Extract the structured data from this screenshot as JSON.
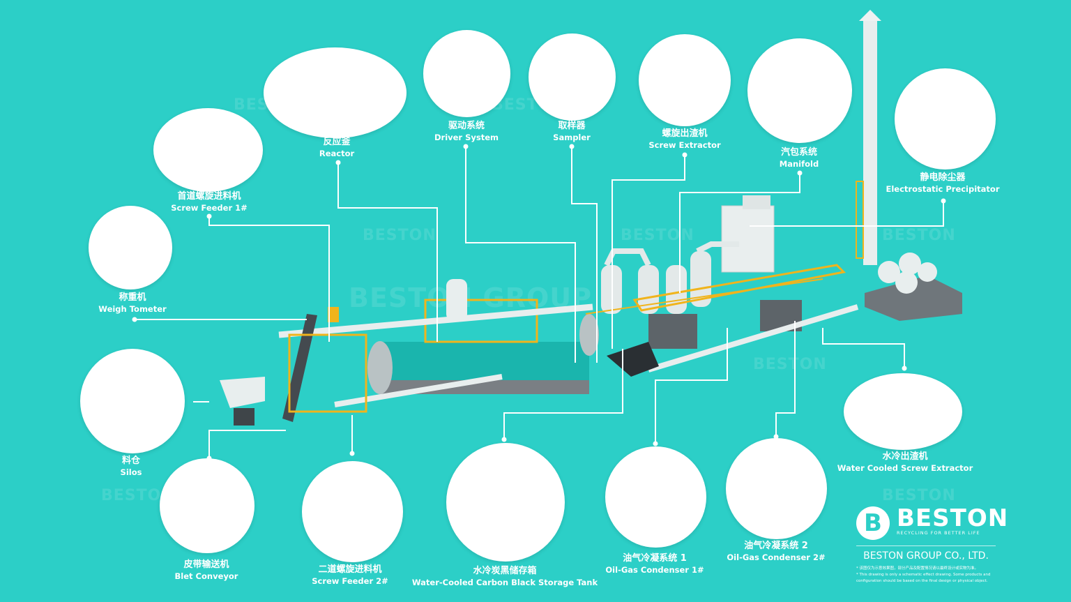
{
  "colors": {
    "background": "#2ccfc7",
    "reactor": "#1ab5ad",
    "steel": "#7a7f84",
    "rail": "#f0b41c"
  },
  "watermark": "BESTON",
  "center_watermark": "BESTON GROUP",
  "components": [
    {
      "id": "screw-feeder-1",
      "cn": "首道螺旋进料机",
      "en": "Screw Feeder 1#"
    },
    {
      "id": "reactor",
      "cn": "反应釜",
      "en": "Reactor"
    },
    {
      "id": "driver-system",
      "cn": "驱动系统",
      "en": "Driver System"
    },
    {
      "id": "sampler",
      "cn": "取样器",
      "en": "Sampler"
    },
    {
      "id": "screw-extractor",
      "cn": "螺旋出渣机",
      "en": "Screw Extractor"
    },
    {
      "id": "manifold",
      "cn": "汽包系统",
      "en": "Manifold"
    },
    {
      "id": "electrostatic-precipitator",
      "cn": "静电除尘器",
      "en": "Electrostatic Precipitator"
    },
    {
      "id": "weigh-tometer",
      "cn": "称重机",
      "en": "Weigh Tometer"
    },
    {
      "id": "silos",
      "cn": "料仓",
      "en": "Silos"
    },
    {
      "id": "belt-conveyor",
      "cn": "皮带输送机",
      "en": "Blet Conveyor"
    },
    {
      "id": "screw-feeder-2",
      "cn": "二道螺旋进料机",
      "en": "Screw Feeder 2#"
    },
    {
      "id": "carbon-black-tank",
      "cn": "水冷炭黑储存箱",
      "en": "Water-Cooled Carbon Black Storage Tank"
    },
    {
      "id": "oil-gas-condenser-1",
      "cn": "油气冷凝系统 1",
      "en": "Oil-Gas Condenser 1#"
    },
    {
      "id": "oil-gas-condenser-2",
      "cn": "油气冷凝系统 2",
      "en": "Oil-Gas Condenser 2#"
    },
    {
      "id": "water-cooled-screw-extractor",
      "cn": "水冷出渣机",
      "en": "Water Cooled Screw Extractor"
    }
  ],
  "logo": {
    "name": "BESTON",
    "tagline": "RECYCLING FOR BETTER LIFE",
    "company": "BESTON GROUP CO., LTD.",
    "note_cn": "* 该图仅为示意效果图，部分产品及配置情况请以最终设计或实物为准。",
    "note_en": "* This drawing is only a schematic effect drawing. Some products and configuration should be based on the final design or physical object."
  }
}
